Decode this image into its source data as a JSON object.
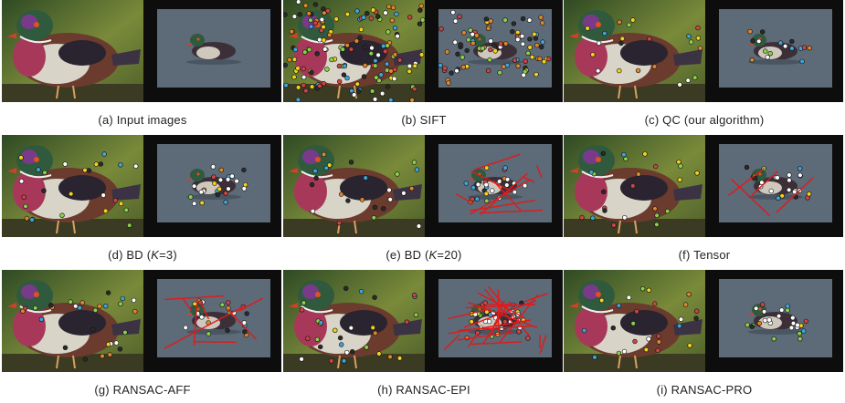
{
  "figure": {
    "panels": [
      {
        "id": "a",
        "caption": "(a)  Input images",
        "mode": "input"
      },
      {
        "id": "b",
        "caption": "(b)  SIFT",
        "mode": "sift"
      },
      {
        "id": "c",
        "caption": "(c)  QC  (our algorithm)",
        "mode": "qc"
      },
      {
        "id": "d",
        "caption_prefix": "(d)  BD  (",
        "caption_var": "K",
        "caption_suffix": "=3)",
        "mode": "bd3"
      },
      {
        "id": "e",
        "caption_prefix": "(e)  BD  (",
        "caption_var": "K",
        "caption_suffix": "=20)",
        "mode": "bd20"
      },
      {
        "id": "f",
        "caption": "(f)  Tensor",
        "mode": "tensor"
      },
      {
        "id": "g",
        "caption": "(g)  RANSAC-AFF",
        "mode": "aff"
      },
      {
        "id": "h",
        "caption": "(h)  RANSAC-EPI",
        "mode": "epi"
      },
      {
        "id": "i",
        "caption": "(i)  RANSAC-PRO",
        "mode": "pro"
      }
    ],
    "colors": {
      "background_left": "#3a5a2a",
      "background_right": "#0d0d0d",
      "water": "#5d6a78",
      "mismatch_line": "#e01a1a",
      "correct_marker": "#ffffff"
    }
  }
}
